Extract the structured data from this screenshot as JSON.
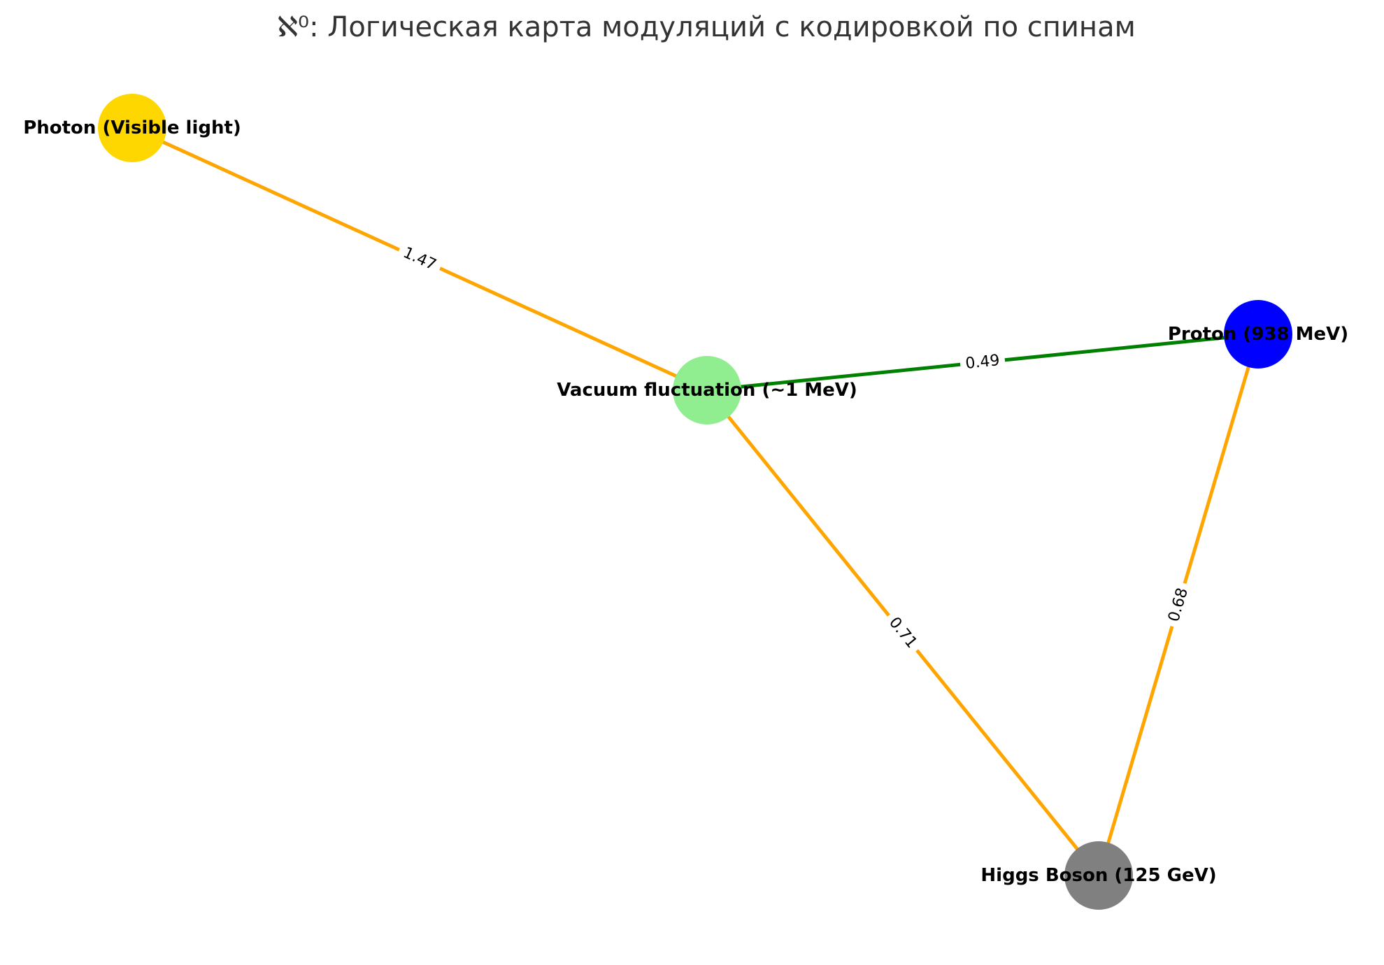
{
  "title": "ℵ⁰: Логическая карта модуляций с кодировкой по спинам",
  "nodes": [
    {
      "id": "photon",
      "label": "Photon (Visible light)",
      "color": "#FFD700"
    },
    {
      "id": "vacuum",
      "label": "Vacuum fluctuation (~1 MeV)",
      "color": "#90EE90"
    },
    {
      "id": "proton",
      "label": "Proton (938 MeV)",
      "color": "#0000FF"
    },
    {
      "id": "higgs",
      "label": "Higgs Boson (125 GeV)",
      "color": "#808080"
    }
  ],
  "edges": [
    {
      "source": "photon",
      "target": "vacuum",
      "weight": "1.47",
      "color": "#FFA500"
    },
    {
      "source": "vacuum",
      "target": "proton",
      "weight": "0.49",
      "color": "#008000"
    },
    {
      "source": "vacuum",
      "target": "higgs",
      "weight": "0.71",
      "color": "#FFA500"
    },
    {
      "source": "proton",
      "target": "higgs",
      "weight": "0.68",
      "color": "#FFA500"
    }
  ]
}
